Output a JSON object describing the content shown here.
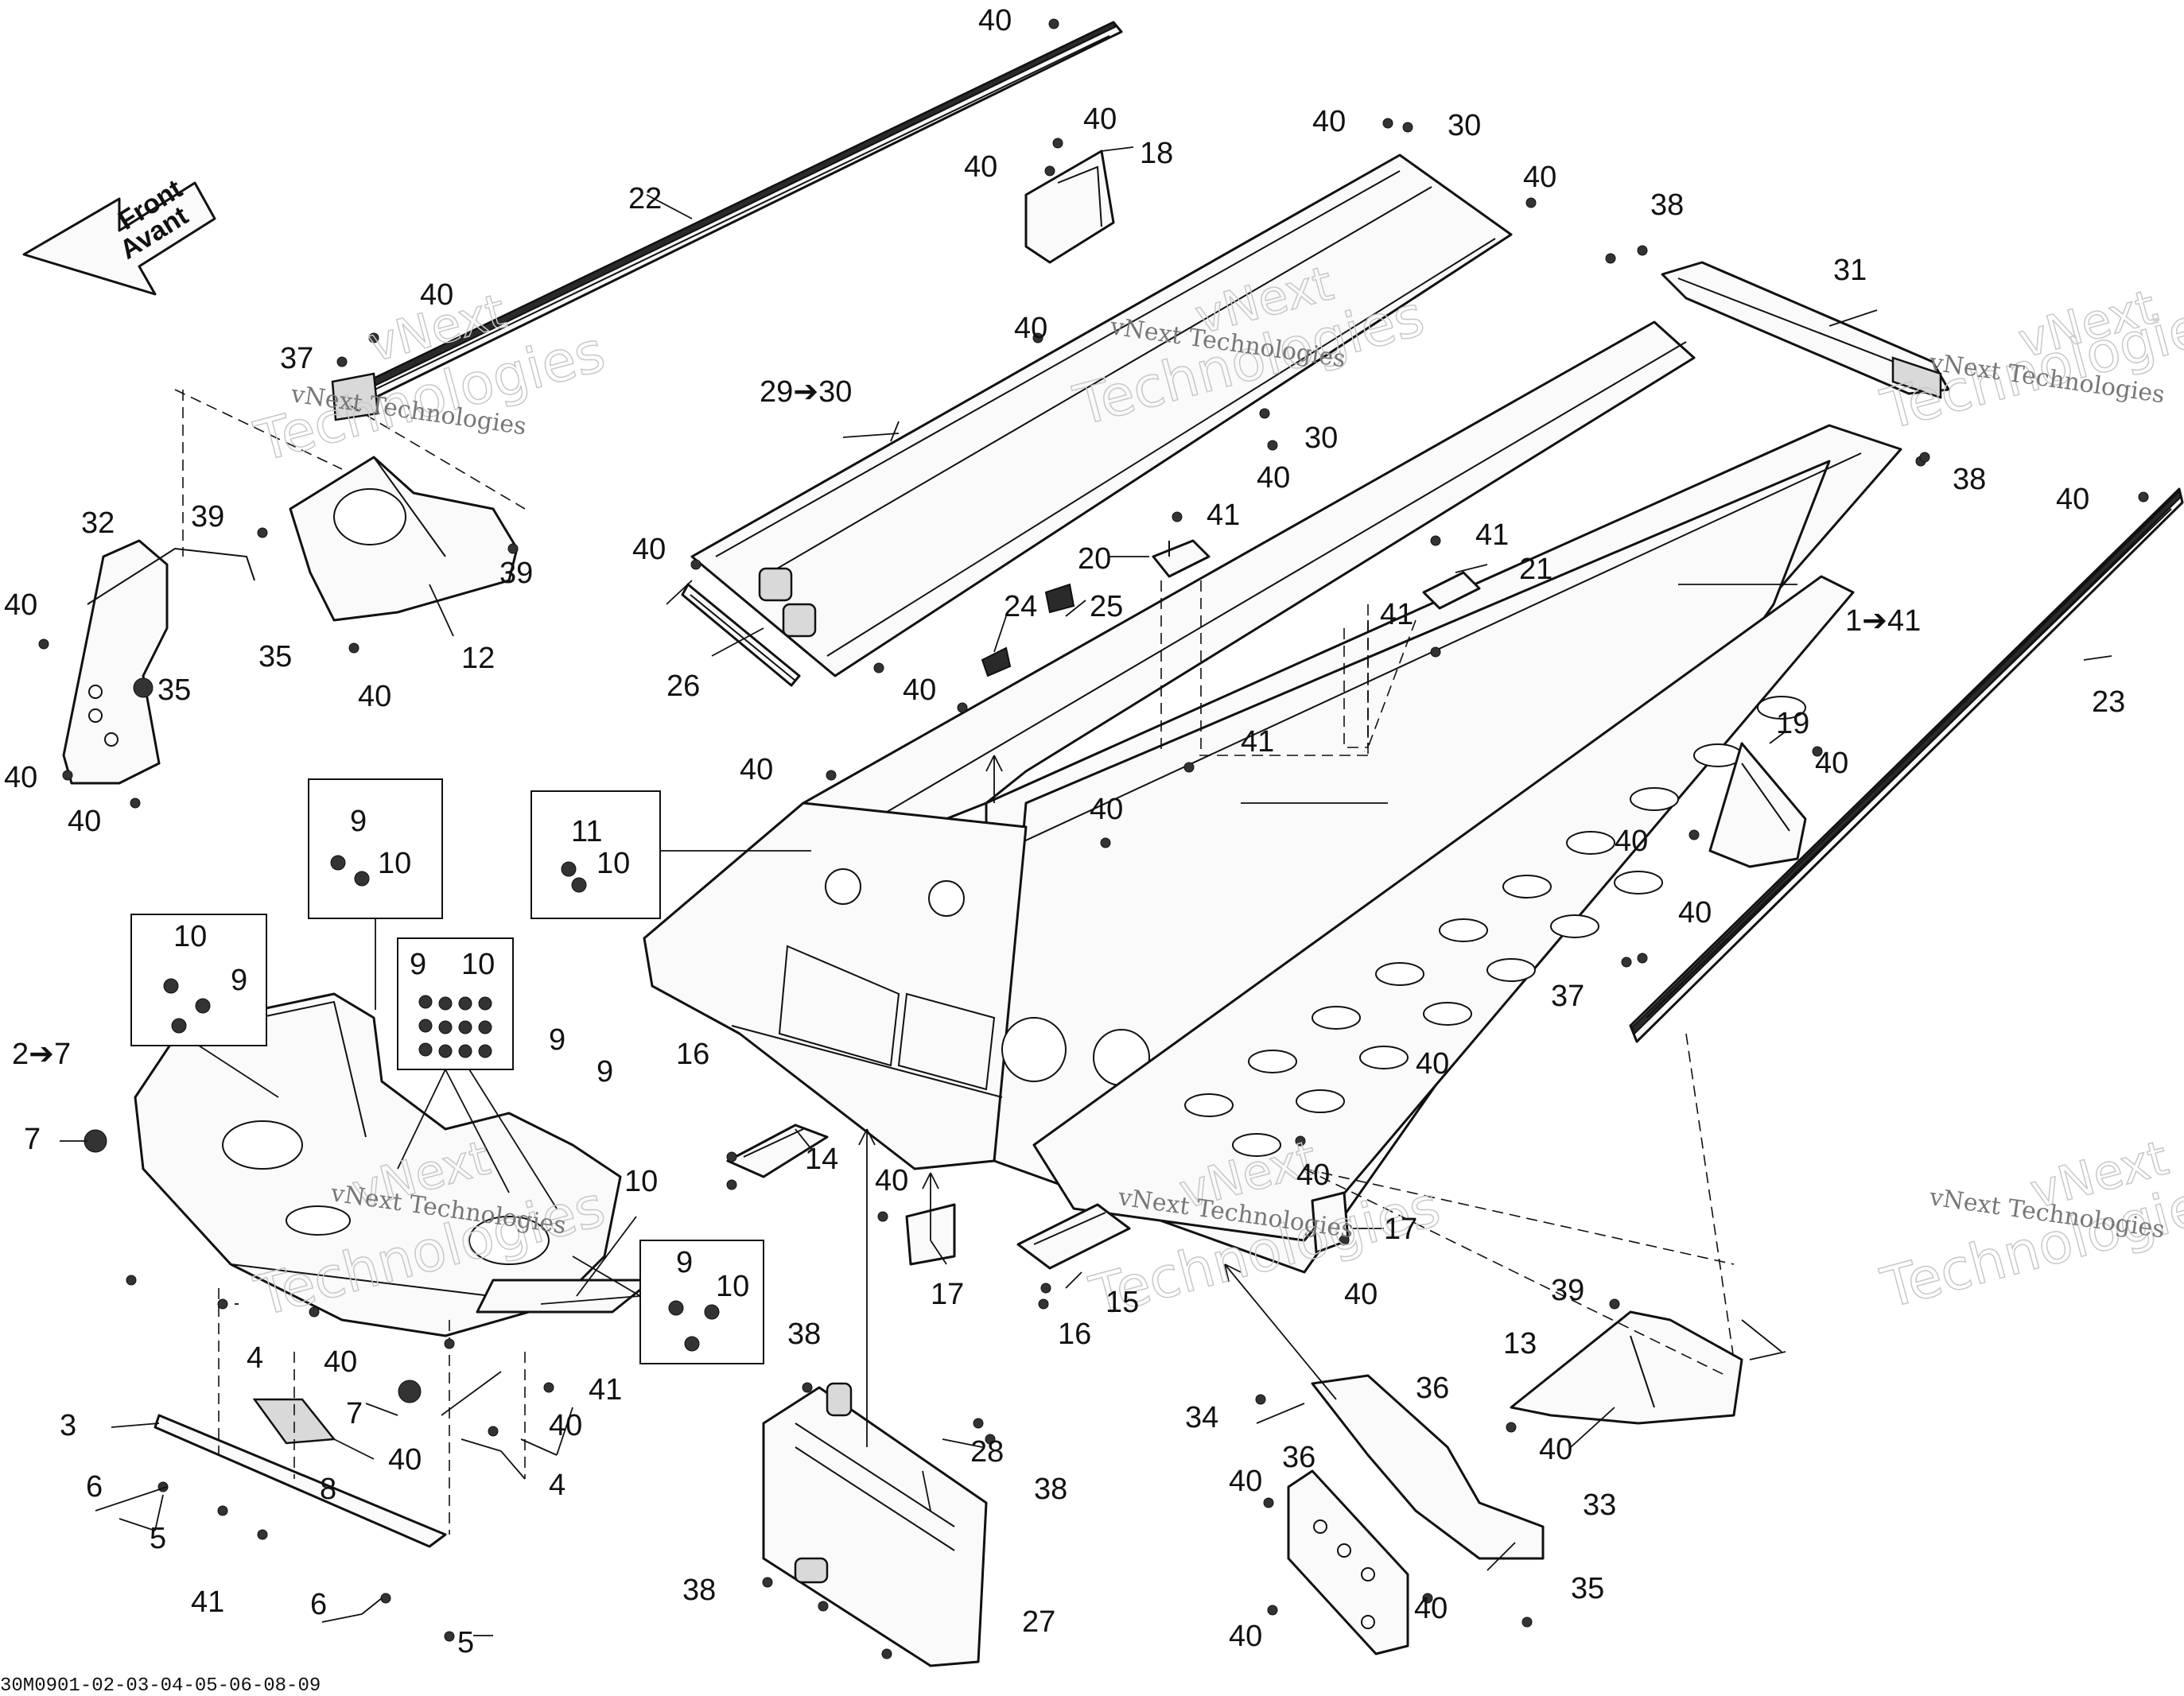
{
  "direction_arrow": {
    "line1": "Front",
    "line2": "Avant"
  },
  "watermark": {
    "company": "vNext Technologies",
    "large_1": "vNext",
    "large_2": "Technologies"
  },
  "drawing_code": "30M0901-02-03-04-05-06-08-09",
  "callouts": {
    "c1": "1➔41",
    "c2": "2➔7",
    "c3": "3",
    "c4a": "4",
    "c4b": "4",
    "c5a": "5",
    "c5b": "5",
    "c6a": "6",
    "c6b": "6",
    "c7a": "7",
    "c7b": "7",
    "c8": "8",
    "c9a": "9",
    "c9b": "9",
    "c9c": "9",
    "c9d": "9",
    "c9e": "9",
    "c9f": "9",
    "c10a": "10",
    "c10b": "10",
    "c10c": "10",
    "c10d": "10",
    "c10e": "10",
    "c10f": "10",
    "c11": "11",
    "c12": "12",
    "c13": "13",
    "c14": "14",
    "c15": "15",
    "c16a": "16",
    "c16b": "16",
    "c17a": "17",
    "c17b": "17",
    "c18": "18",
    "c19": "19",
    "c20": "20",
    "c21": "21",
    "c22": "22",
    "c23": "23",
    "c24": "24",
    "c25": "25",
    "c26": "26",
    "c27": "27",
    "c28": "28",
    "c29": "29➔30",
    "c30a": "30",
    "c30b": "30",
    "c31": "31",
    "c32": "32",
    "c33": "33",
    "c34": "34",
    "c35a": "35",
    "c35b": "35",
    "c35c": "35",
    "c36a": "36",
    "c36b": "36",
    "c37a": "37",
    "c37b": "37",
    "c38a": "38",
    "c38b": "38",
    "c38c": "38",
    "c38d": "38",
    "c38e": "38",
    "c39a": "39",
    "c39b": "39",
    "c39c": "39",
    "c40": "40",
    "c41a": "41",
    "c41b": "41",
    "c41c": "41",
    "c41d": "41",
    "c41e": "41",
    "c41f": "41"
  }
}
